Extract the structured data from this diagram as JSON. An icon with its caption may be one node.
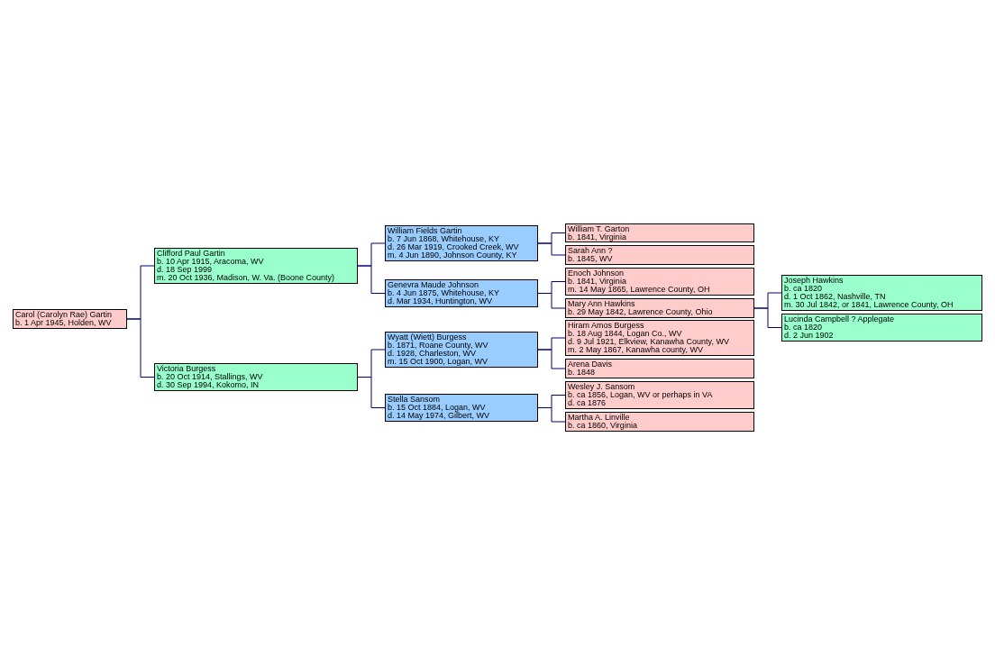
{
  "diagram": {
    "nodes": [
      {
        "text": [
          "Carol (Carolyn Rae) Gartin",
          "b. 1 Apr 1945, Holden, WV"
        ]
      },
      {
        "text": [
          "Clifford Paul Gartin",
          "b. 10 Apr 1915, Aracoma, WV",
          "d. 18 Sep 1999",
          "m. 20 Oct 1936, Madison, W. Va. (Boone County)"
        ]
      },
      {
        "text": [
          "Victoria Burgess",
          "b. 20 Oct 1914, Stallings, WV",
          "d. 30 Sep 1994, Kokomo, IN"
        ]
      },
      {
        "text": [
          "William Fields Gartin",
          "b. 7 Jun 1868, Whitehouse, KY",
          "d. 26 Mar 1919, Crooked Creek, WV",
          "m. 4 Jun 1890, Johnson County, KY"
        ]
      },
      {
        "text": [
          "Genevra Maude Johnson",
          "b. 4 Jun 1875, Whitehouse, KY",
          "d. Mar 1934, Huntington, WV"
        ]
      },
      {
        "text": [
          "Wyatt (Wiett) Burgess",
          "b. 1871, Roane County, WV",
          "d. 1928, Charleston, WV",
          "m. 15 Oct 1900, Logan, WV"
        ]
      },
      {
        "text": [
          "Stella Sansom",
          "b. 15 Oct 1884, Logan, WV",
          "d. 14 May 1974, Gilbert, WV"
        ]
      },
      {
        "text": [
          "William T. Garton",
          "b. 1841, Virginia"
        ]
      },
      {
        "text": [
          "Sarah Ann ?",
          "b. 1845, WV"
        ]
      },
      {
        "text": [
          "Enoch Johnson",
          "b. 1841, Virginia",
          "m. 14 May 1865, Lawrence County, OH"
        ]
      },
      {
        "text": [
          "Mary Ann Hawkins",
          "b. 29 May 1842, Lawrence County, Ohio"
        ]
      },
      {
        "text": [
          "Hiram Amos Burgess",
          "b. 18 Aug 1844, Logan Co., WV",
          "d. 9 Jul 1921, Elkview, Kanawha County, WV",
          "m. 2 May 1867, Kanawha county, WV"
        ]
      },
      {
        "text": [
          "Arena Davis",
          "b. 1848"
        ]
      },
      {
        "text": [
          "Wesley J. Sansom",
          "b. ca 1856, Logan, WV or perhaps in VA",
          "d. ca 1876"
        ]
      },
      {
        "text": [
          "Martha A. Linville",
          "b. ca 1860, Virginia"
        ]
      },
      {
        "text": [
          "Joseph Hawkins",
          "b. ca 1820",
          "d. 1 Oct 1862, Nashville, TN",
          "m. 30 Jul 1842, or 1841, Lawrence County, OH"
        ]
      },
      {
        "text": [
          "Lucinda Campbell  ? Applegate",
          "b. ca 1820",
          "d. 2 Jun 1902"
        ]
      }
    ],
    "edges": [
      {
        "from": 0,
        "to": 1,
        "arrow": "none"
      },
      {
        "from": 0,
        "to": 2,
        "arrow": "none"
      },
      {
        "from": 1,
        "to": 3,
        "arrow": "none"
      },
      {
        "from": 1,
        "to": 4,
        "arrow": "none"
      },
      {
        "from": 2,
        "to": 5,
        "arrow": "none"
      },
      {
        "from": 2,
        "to": 6,
        "arrow": "none"
      },
      {
        "from": 3,
        "to": 7,
        "arrow": "none"
      },
      {
        "from": 3,
        "to": 8,
        "arrow": "none"
      },
      {
        "from": 4,
        "to": 9,
        "arrow": "none"
      },
      {
        "from": 4,
        "to": 10,
        "arrow": "none"
      },
      {
        "from": 5,
        "to": 11,
        "arrow": "none"
      },
      {
        "from": 5,
        "to": 12,
        "arrow": "none"
      },
      {
        "from": 6,
        "to": 13,
        "arrow": "none"
      },
      {
        "from": 6,
        "to": 14,
        "arrow": "none"
      },
      {
        "from": 10,
        "to": 15,
        "arrow": "none"
      },
      {
        "from": 10,
        "to": 16,
        "arrow": "none"
      }
    ]
  }
}
